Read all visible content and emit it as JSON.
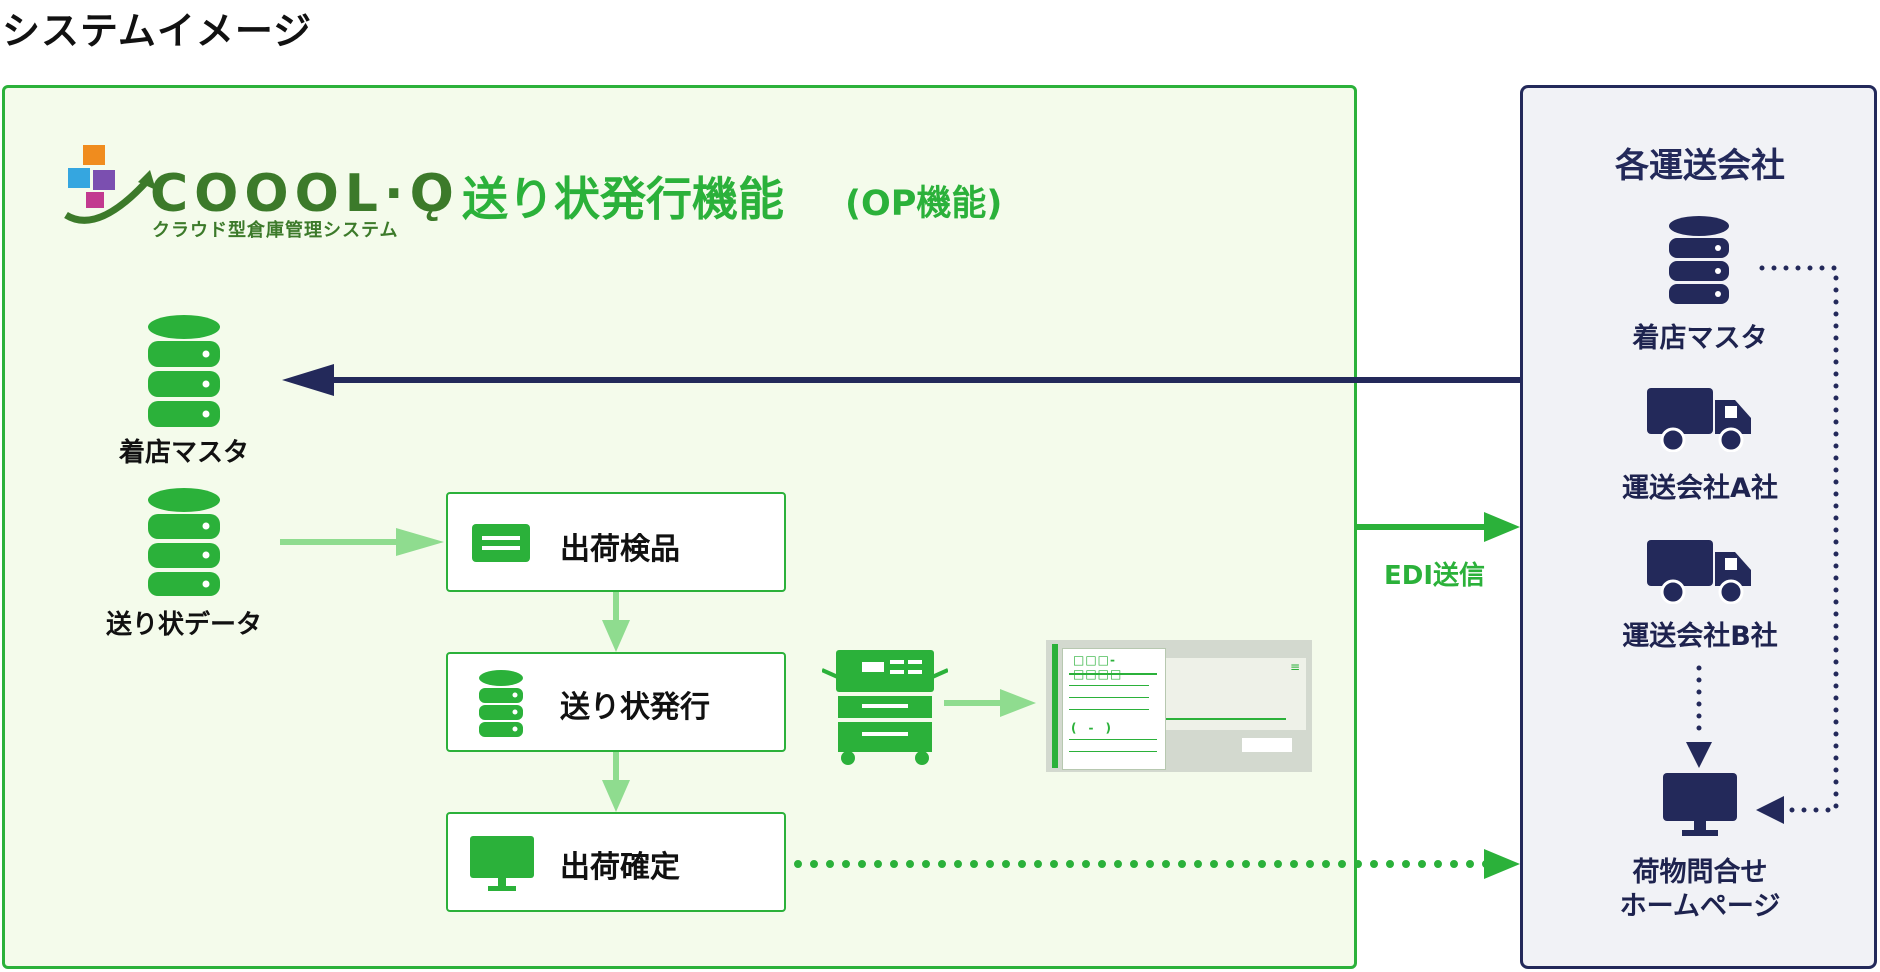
{
  "title": "システムイメージ",
  "logo": {
    "text": "COOOL·Ǫ",
    "subtitle": "クラウド型倉庫管理システム"
  },
  "heading": {
    "main": "送り状発行機能",
    "sub": "(OP機能)"
  },
  "left": {
    "store_master": "着店マスタ",
    "invoice_data": "送り状データ"
  },
  "flow": {
    "inspection": "出荷検品",
    "invoice_issue": "送り状発行",
    "confirm": "出荷確定"
  },
  "invoice_form": {
    "code": "□□□-□□□□",
    "phone": "(　-　)"
  },
  "edi_label": "EDI送信",
  "right": {
    "title": "各運送会社",
    "store_master": "着店マスタ",
    "carrier_a": "運送会社A社",
    "carrier_b": "運送会社B社",
    "tracking_line1": "荷物問合せ",
    "tracking_line2": "ホームページ"
  },
  "colors": {
    "green": "#2bb13a",
    "light_green": "#8fdc8f",
    "navy": "#23295a",
    "panel_green": "#f4fbeb",
    "panel_gray": "#f1f2f6"
  },
  "icons": [
    "database-icon",
    "truck-icon",
    "monitor-icon",
    "list-icon",
    "printer-icon",
    "invoice-form-icon",
    "logo-cubes-icon"
  ]
}
